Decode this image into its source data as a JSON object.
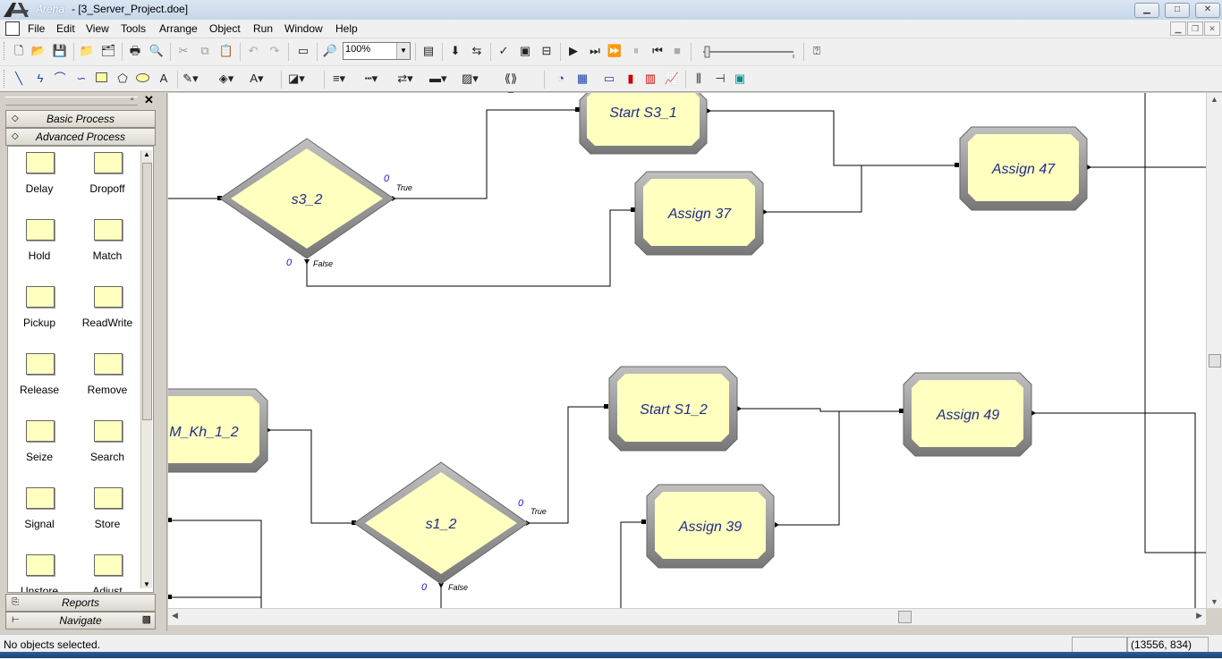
{
  "window": {
    "app_name": "Arena",
    "document_title": "- [3_Server_Project.doe]",
    "minimize": "▁",
    "maximize": "□",
    "close": "✕"
  },
  "menu": [
    "File",
    "Edit",
    "View",
    "Tools",
    "Arrange",
    "Object",
    "Run",
    "Window",
    "Help"
  ],
  "toolbar": {
    "zoom_value": "100%"
  },
  "project_bar": {
    "panels": {
      "basic_process": "Basic Process",
      "advanced_process": "Advanced Process",
      "reports": "Reports",
      "navigate": "Navigate"
    },
    "modules": [
      "Delay",
      "Dropoff",
      "Hold",
      "Match",
      "Pickup",
      "ReadWrite",
      "Release",
      "Remove",
      "Seize",
      "Search",
      "Signal",
      "Store",
      "Unstore",
      "Adjust"
    ]
  },
  "canvas": {
    "blocks": {
      "start_s3_1": "Start S3_1",
      "assign_47": "Assign 47",
      "assign_37": "Assign 37",
      "start_s1_2": "Start S1_2",
      "assign_49": "Assign 49",
      "assign_39": "Assign 39",
      "m_kh_1_2": "M_Kh_1_2"
    },
    "deciders": {
      "s3_2": "s3_2",
      "s1_2": "s1_2"
    },
    "branch_labels": {
      "true": "True",
      "false": "False",
      "zero": "0"
    }
  },
  "status": {
    "message": "No objects selected.",
    "coordinates": "(13556, 834)"
  },
  "colors": {
    "module_fill": "#ffffc0",
    "module_border": "#8a8a8a",
    "block_text": "#1f2d8a"
  }
}
